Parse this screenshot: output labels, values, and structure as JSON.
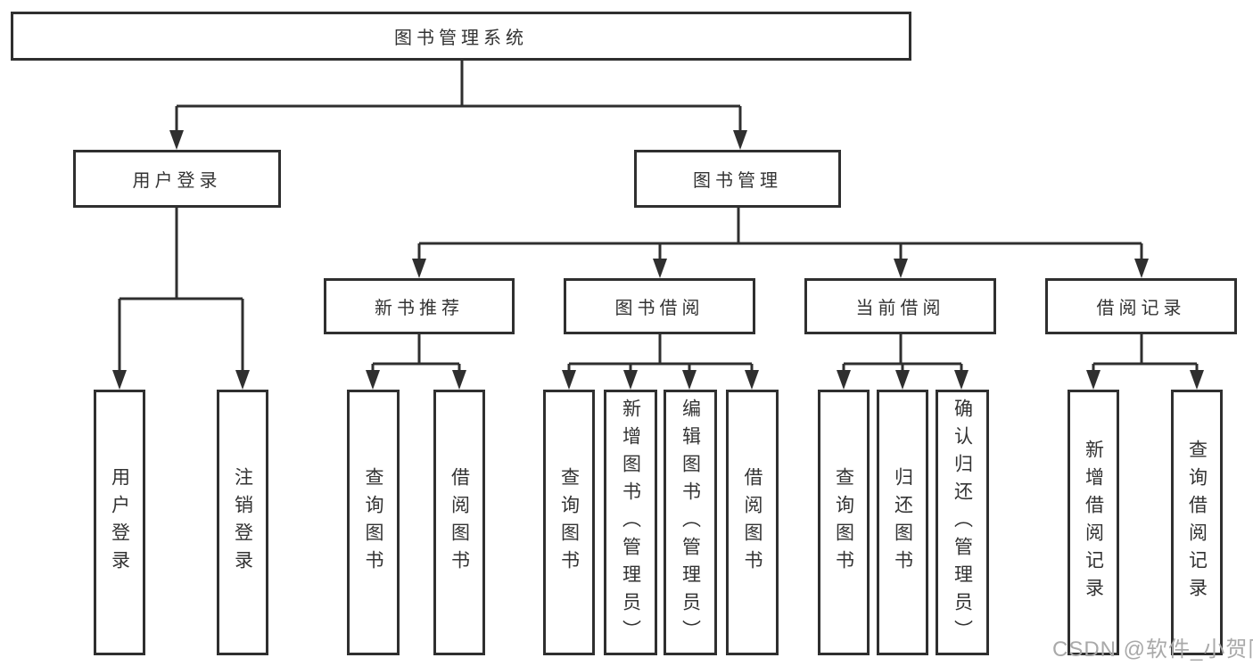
{
  "diagram": {
    "title": "图书管理系统",
    "colors": {
      "background": "#ffffff",
      "line": "#2f2f2f",
      "box_border": "#2f2f2f",
      "text": "#333333",
      "watermark": "#a9a9a9"
    },
    "nodes": {
      "root": {
        "label": "图书管理系统"
      },
      "level2": [
        {
          "label": "用户登录"
        },
        {
          "label": "图书管理"
        }
      ],
      "level3": [
        {
          "label": "新书推荐"
        },
        {
          "label": "图书借阅"
        },
        {
          "label": "当前借阅"
        },
        {
          "label": "借阅记录"
        }
      ],
      "leaves": {
        "user_login": [
          {
            "label": "用户登录"
          },
          {
            "label": "注销登录"
          }
        ],
        "new_book_recommend": [
          {
            "label": "查询图书"
          },
          {
            "label": "借阅图书"
          }
        ],
        "book_borrowing": [
          {
            "label": "查询图书"
          },
          {
            "label": "新增图书（管理员）"
          },
          {
            "label": "编辑图书（管理员）"
          },
          {
            "label": "借阅图书"
          }
        ],
        "current_borrowing": [
          {
            "label": "查询图书"
          },
          {
            "label": "归还图书"
          },
          {
            "label": "确认归还（管理员）"
          }
        ],
        "borrow_records": [
          {
            "label": "新增借阅记录"
          },
          {
            "label": "查询借阅记录"
          }
        ]
      }
    },
    "watermark": "CSDN @软件_小贺同学"
  }
}
